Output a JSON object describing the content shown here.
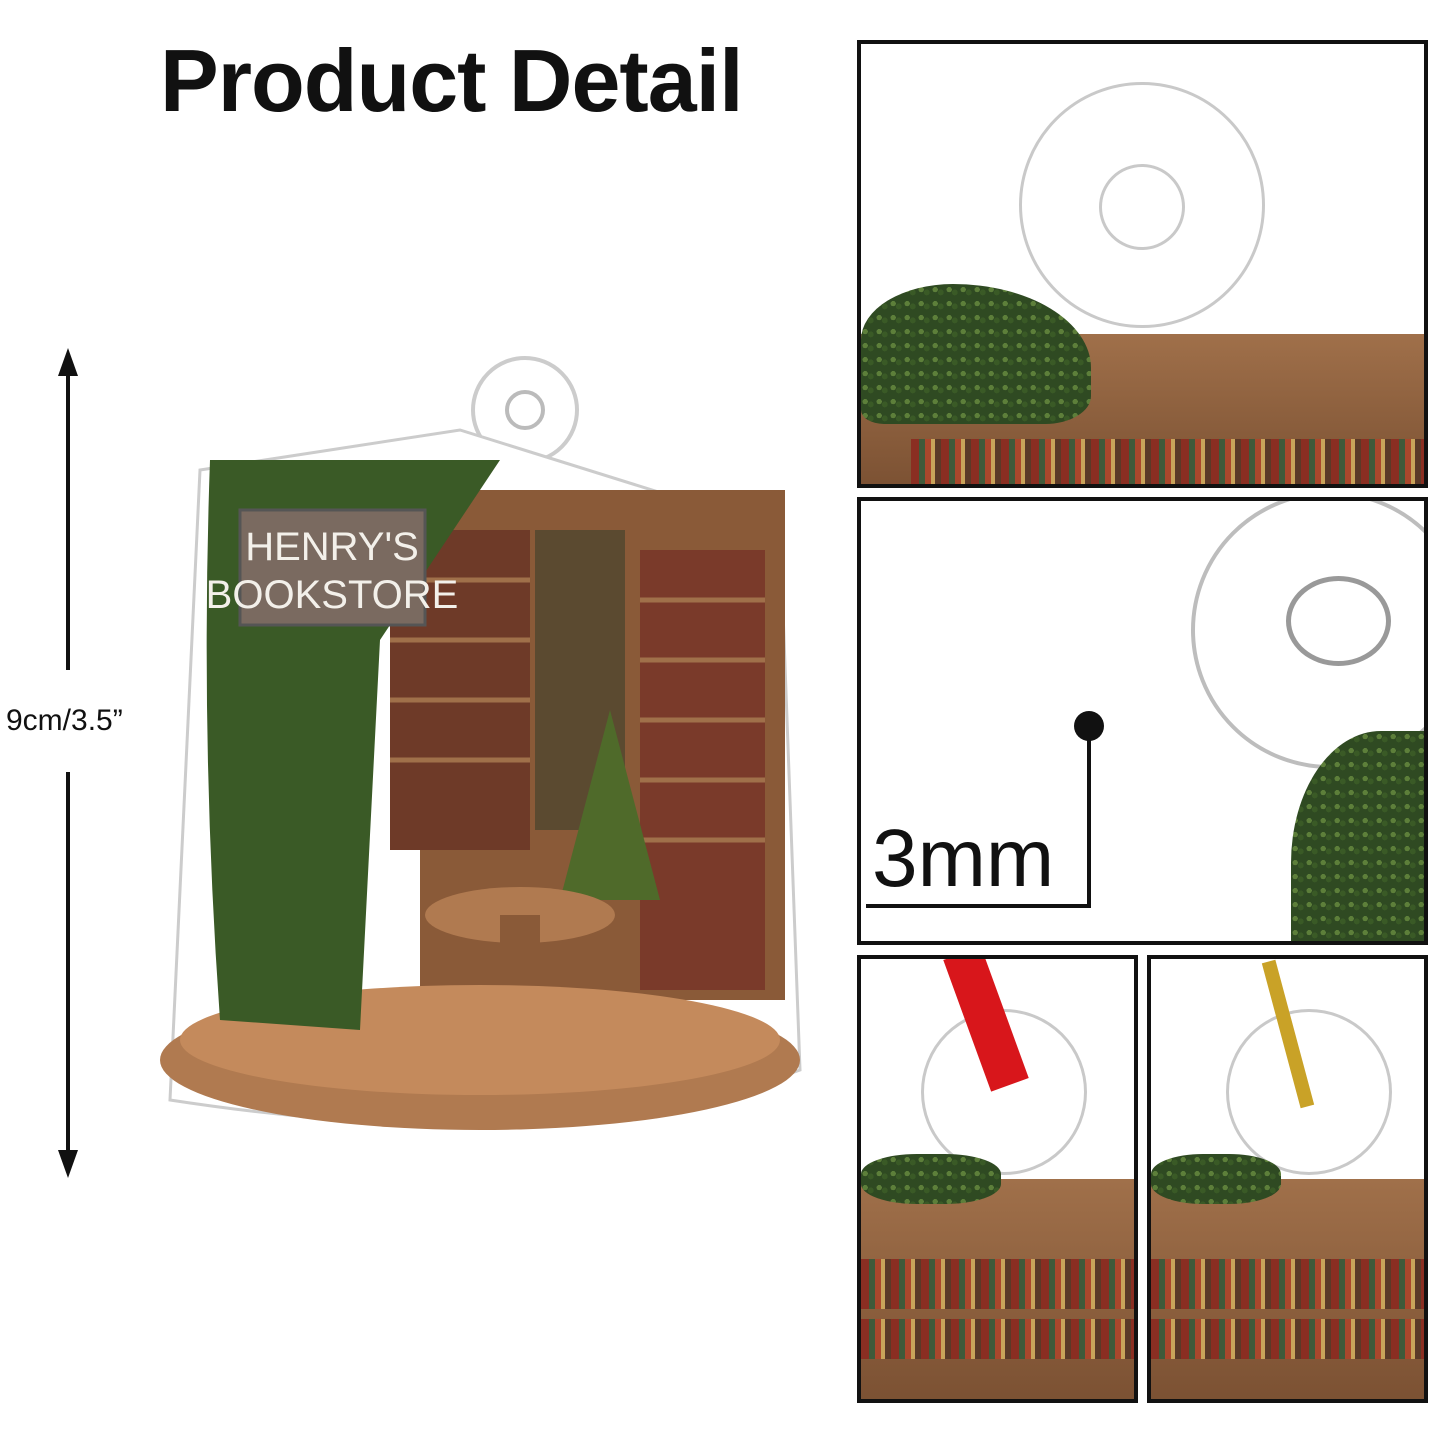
{
  "header": {
    "title": "Product Detail"
  },
  "dimensions": {
    "height_label": "9cm/3.5”",
    "thickness_label": "3mm"
  },
  "product": {
    "sign_line1": "HENRY'S",
    "sign_line2": "BOOKSTORE"
  },
  "colors": {
    "ribbon_red": "#d8161b",
    "string_gold": "#c9a227",
    "wood": "#a0704a",
    "ivy": "#2f4a22"
  }
}
